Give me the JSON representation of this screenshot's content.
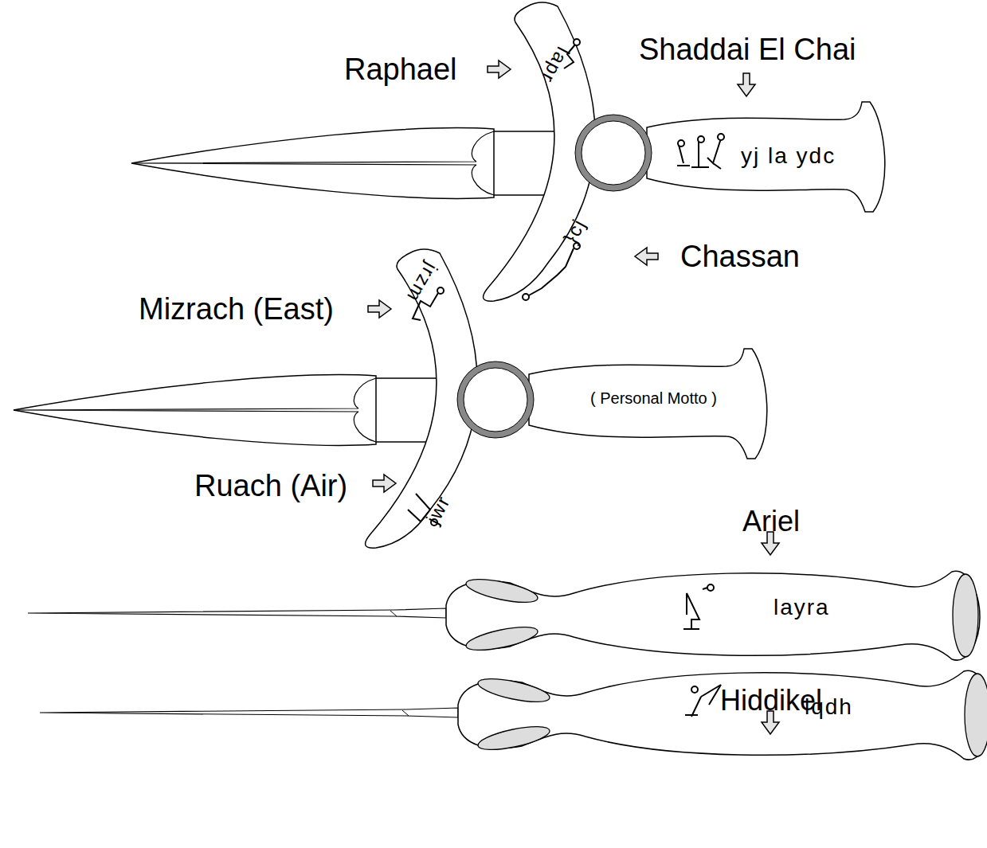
{
  "diagram": {
    "labels": [
      "Raphael",
      "Shaddai El Chai",
      "lapr",
      "yj la ydc",
      "Chassan",
      "}cj",
      "Mizrach (East)",
      "jrzm",
      "( Personal Motto )",
      "Ruach (Air)",
      "jwr",
      "Ariel",
      "layra",
      "Hiddikel",
      "lqdh"
    ]
  }
}
